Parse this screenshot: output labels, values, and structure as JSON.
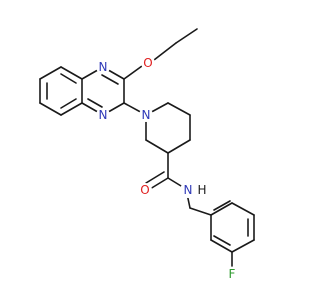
{
  "colors": {
    "bond": "#1a1a1a",
    "carbon": "#1a1a1a",
    "nitrogen": "#2f39b8",
    "oxygen": "#e02020",
    "fluorine": "#2e9a2e"
  },
  "molecule": {
    "atoms": [
      {
        "id": "c_methyl",
        "element": "C",
        "label": ""
      },
      {
        "id": "c_ethyl",
        "element": "C",
        "label": ""
      },
      {
        "id": "o_ether",
        "element": "O",
        "label": "O"
      },
      {
        "id": "n_quin_top",
        "element": "N",
        "label": "N"
      },
      {
        "id": "n_quin_bottom",
        "element": "N",
        "label": "N"
      },
      {
        "id": "n_piperidine",
        "element": "N",
        "label": "N"
      },
      {
        "id": "o_carbonyl",
        "element": "O",
        "label": "O"
      },
      {
        "id": "n_amide",
        "element": "N",
        "label": "N"
      },
      {
        "id": "h_amide",
        "element": "H",
        "label": "H"
      },
      {
        "id": "f_aryl",
        "element": "F",
        "label": "F"
      }
    ]
  }
}
